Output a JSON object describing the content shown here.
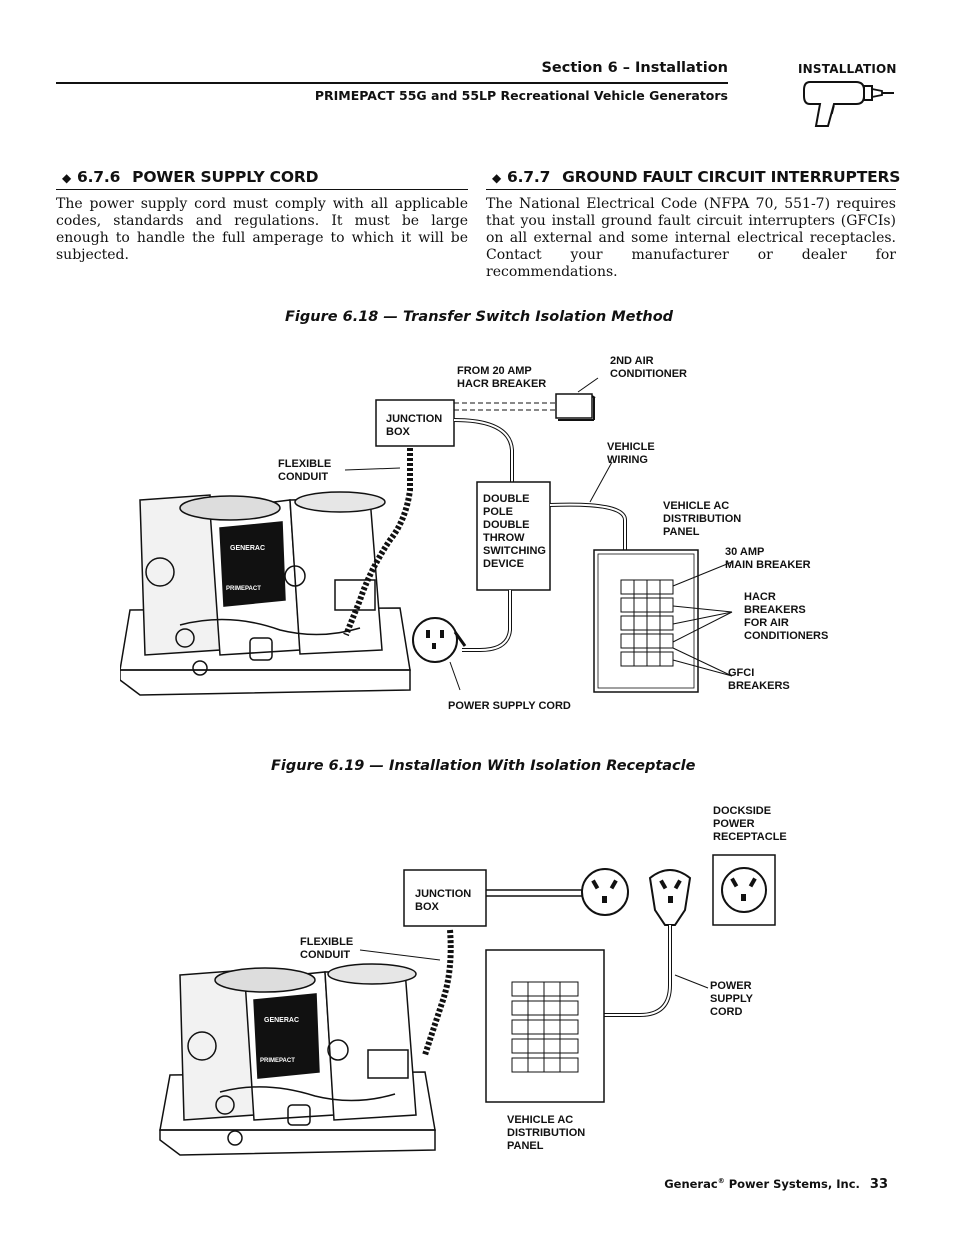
{
  "header": {
    "section_title": "Section 6 – Installation",
    "product_line": "PRIMEPACT 55G and 55LP Recreational Vehicle Generators",
    "badge_label": "INSTALLATION",
    "badge_icon": "drill-icon"
  },
  "left_section": {
    "number": "6.7.6",
    "title": "POWER SUPPLY CORD",
    "body": "The power supply cord must comply with all applicable codes, standards and regulations. It must be large enough to handle the full amperage to which it will be subjected."
  },
  "right_section": {
    "number": "6.7.7",
    "title": "GROUND FAULT CIRCUIT INTERRUPTERS",
    "body": "The National Electrical Code (NFPA 70, 551-7) requires that you install ground fault circuit interrupters (GFCIs) on all external and some internal electrical receptacles. Contact your manufacturer or dealer for recommendations."
  },
  "figure_1": {
    "caption": "Figure 6.18 — Transfer Switch Isolation Method",
    "labels": {
      "from_breaker": "FROM 20 AMP\nHACR BREAKER",
      "air_conditioner": "2ND AIR\nCONDITIONER",
      "junction_box": "JUNCTION\nBOX",
      "vehicle_wiring": "VEHICLE\nWIRING",
      "flexible_conduit": "FLEXIBLE\nCONDUIT",
      "switching_device": "DOUBLE\nPOLE\nDOUBLE\nTHROW\nSWITCHING\nDEVICE",
      "distribution_panel": "VEHICLE AC\nDISTRIBUTION\nPANEL",
      "main_breaker": "30 AMP\nMAIN BREAKER",
      "hacr_breakers": "HACR\nBREAKERS\nFOR AIR\nCONDITIONERS",
      "gfci_breakers": "GFCI\nBREAKERS",
      "power_supply_cord": "POWER SUPPLY CORD"
    },
    "generator_brand": "GENERAC",
    "generator_model": "PRIMEPACT"
  },
  "figure_2": {
    "caption": "Figure 6.19 — Installation With Isolation Receptacle",
    "labels": {
      "dockside_receptacle": "DOCKSIDE\nPOWER\nRECEPTACLE",
      "junction_box": "JUNCTION\nBOX",
      "flexible_conduit": "FLEXIBLE\nCONDUIT",
      "power_supply_cord": "POWER\nSUPPLY\n CORD",
      "distribution_panel": "VEHICLE AC\nDISTRIBUTION\nPANEL"
    },
    "generator_brand": "GENERAC",
    "generator_model": "PRIMEPACT"
  },
  "footer": {
    "company": "Generac",
    "company_suffix": " Power Systems, Inc.",
    "registered_mark": "®",
    "page_number": "33"
  }
}
